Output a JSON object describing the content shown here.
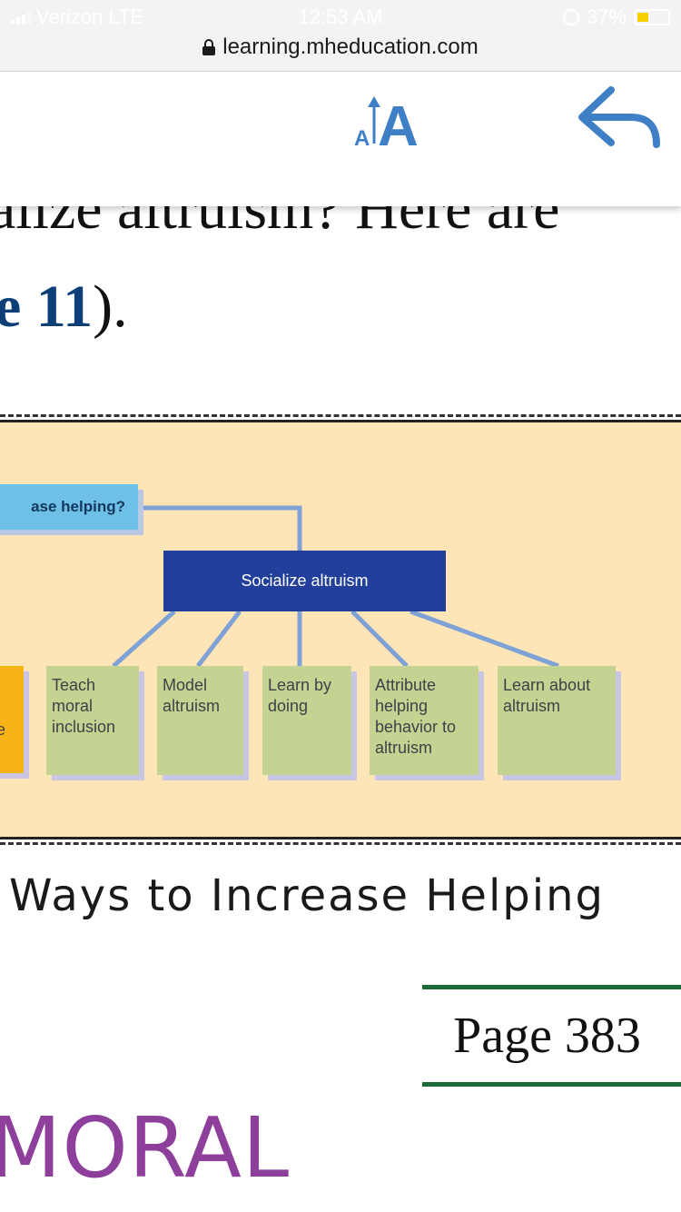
{
  "status_bar": {
    "carrier": "Verizon LTE",
    "time": "12:53 AM",
    "battery": "37%",
    "battery_level": 0.37,
    "url": "learning.mheducation.com"
  },
  "toolbar": {
    "text_size_icon": "text-size-icon",
    "back_icon": "back-arrow-icon",
    "accent": "#3e7fc6"
  },
  "book": {
    "line1": "alize altruism? Here are",
    "line2_ref": "e 11",
    "line2_end": ")."
  },
  "figure": {
    "question": "ase helping?",
    "central": "Socialize altruism",
    "partial_leaf": "e",
    "leaves": [
      {
        "label": "Teach moral inclusion"
      },
      {
        "label": "Model altruism"
      },
      {
        "label": "Learn by doing"
      },
      {
        "label": "Attribute helping behavior to altruism"
      },
      {
        "label": "Learn about altruism"
      }
    ],
    "caption": "Ways to Increase Helping"
  },
  "page_marker": "Page 383",
  "section_heading": "MORAL",
  "colors": {
    "figure_bg": "#fde5b8",
    "central_box": "#213f9b",
    "leaf": "#c4d392",
    "connector": "#7ea2d6",
    "heading": "#8e3f9c",
    "page_rule": "#1e6a36"
  }
}
